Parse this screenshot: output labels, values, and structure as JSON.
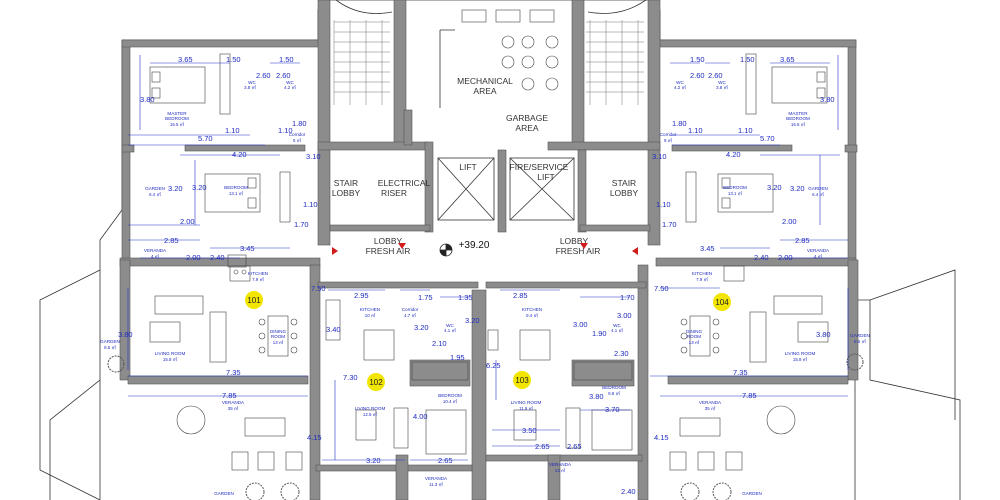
{
  "core": {
    "mechanical": [
      "MECHANICAL",
      "AREA"
    ],
    "garbage": [
      "GARBAGE",
      "AREA"
    ],
    "electrical": [
      "ELECTRICAL",
      "RISER"
    ],
    "lift": "LIFT",
    "fire_lift": [
      "FIRE/SERVICE",
      "LIFT"
    ],
    "stair_lobby": [
      "STAIR",
      "LOBBY"
    ],
    "lobby": [
      "LOBBY",
      "FRESH AIR"
    ],
    "level": "+39.20"
  },
  "units": [
    "101",
    "102",
    "103",
    "104"
  ],
  "rooms": {
    "master_bedroom": [
      "MASTER",
      "BEDROOM"
    ],
    "master_area": "16.5 ㎡",
    "wc": "WC",
    "wc_area_1": "3.8 ㎡",
    "wc_area_2": "4.2 ㎡",
    "corridor": "Corridor",
    "corridor_area_1": "5 ㎡",
    "corridor_area_2": "9 ㎡",
    "bedroom": "BEDROOM",
    "bedroom_area": "13.1 ㎡",
    "garden": "GARDEN",
    "garden_area_1": "6.4 ㎡",
    "garden_area_2": "8.5 ㎡",
    "veranda": "VERANDA",
    "veranda_area_small": "4 ㎡",
    "veranda_area_large": "35 ㎡",
    "veranda_area_mid": "11.3 ㎡",
    "veranda_area_mid2": "13 ㎡",
    "kitchen": "KITCHEN",
    "kitchen_area": "7.9 ㎡",
    "kitchen_area_2": "10 ㎡",
    "kitchen_area_3": "9.4 ㎡",
    "dining": [
      "DINING",
      "ROOM"
    ],
    "dining_area": "13 ㎡",
    "living": "LIVING ROOM",
    "living_area": "15.8 ㎡",
    "living_area_2": "12.5 ㎡",
    "living_area_3": "11.8 ㎡",
    "bedroom_area_2": "10.4 ㎡",
    "bedroom_area_3": "9.8 ㎡",
    "corridor_area_3": "4.7 ㎡",
    "wc_area_3": "4.1 ㎡"
  },
  "dims": {
    "d365": "3.65",
    "d150": "1.50",
    "d260": "2.60",
    "d380": "3.80",
    "d180": "1.80",
    "d110": "1.10",
    "d570": "5.70",
    "d420": "4.20",
    "d310": "3.10",
    "d320": "3.20",
    "d200": "2.00",
    "d285": "2.85",
    "d345": "3.45",
    "d240": "2.40",
    "d170": "1.70",
    "d750": "7.50",
    "d295": "2.95",
    "d175": "1.75",
    "d135": "1.35",
    "d340": "3.40",
    "d210": "2.10",
    "d195": "1.95",
    "d625": "6.25",
    "d730": "7.30",
    "d735": "7.35",
    "d785": "7.85",
    "d415": "4.15",
    "d400": "4.00",
    "d265": "2.65",
    "d350": "3.50",
    "d300": "3.00",
    "d190": "1.90",
    "d230": "2.30",
    "d370": "3.70"
  },
  "colors": {
    "wall": "#8c8c8c",
    "dimension": "#1f2bbf",
    "unit_marker": "#f2e600",
    "arrow": "#d11a1a"
  }
}
